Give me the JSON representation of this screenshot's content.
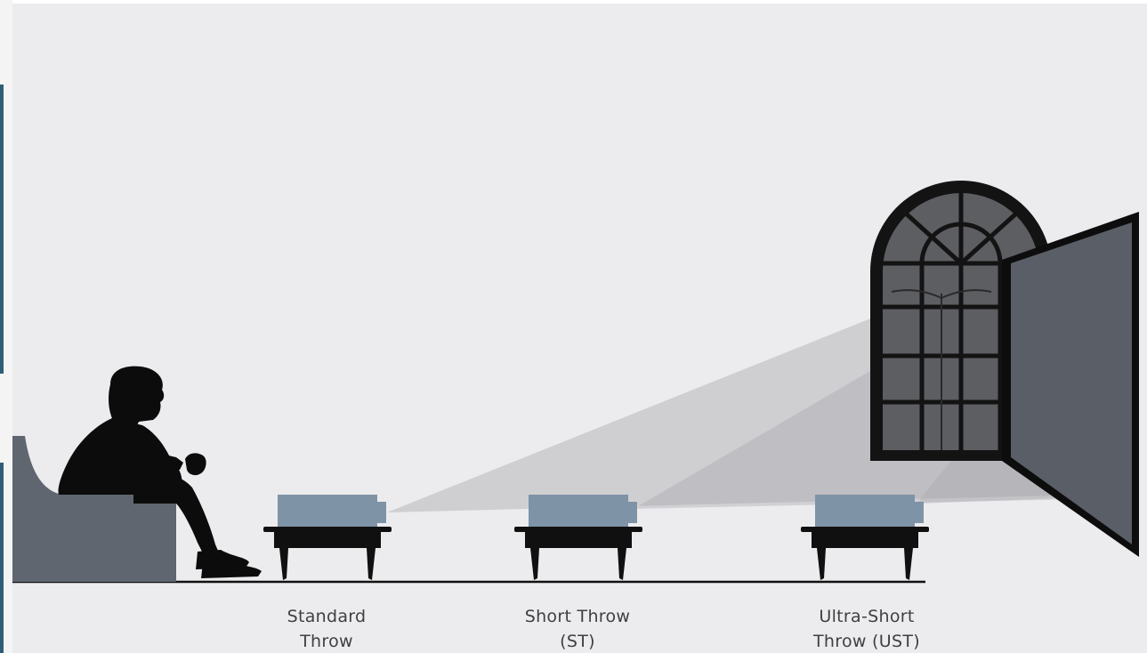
{
  "colors": {
    "background": "#ececee",
    "edge_bars": "#2f5d78",
    "silhouette": "#0c0c0c",
    "sofa": "#5f6670",
    "projector_body": "#7f93a6",
    "table": "#101010",
    "beam": "#9a9aa0",
    "window_glass": "#5d5e62",
    "window_frame": "#131313",
    "screen_face": "#5a5e66",
    "screen_frame": "#0d0d0d",
    "moon": "#ffffff",
    "label_text": "#3f3f3f"
  },
  "icons": {
    "viewer": "person-silhouette-icon",
    "sofa": "sofa-icon",
    "projector": "projector-icon",
    "table": "side-table-icon",
    "window": "arched-window-icon",
    "moon": "crescent-moon-icon",
    "screen": "projection-screen-icon"
  },
  "projectors": [
    {
      "line1": "Standard",
      "line2": "Throw"
    },
    {
      "line1": "Short Throw",
      "line2": "(ST)"
    },
    {
      "line1": "Ultra-Short",
      "line2": "Throw (UST)"
    }
  ]
}
